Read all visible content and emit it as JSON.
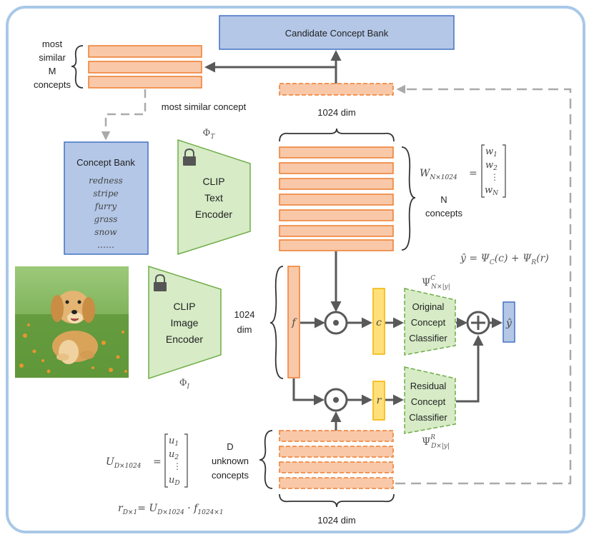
{
  "candidate_bank": {
    "title": "Candidate Concept Bank"
  },
  "similar": {
    "line1": "most",
    "line2": "similar",
    "line3": "M",
    "line4": "concepts"
  },
  "most_similar_concept": "most similar concept",
  "dim_top": "1024 dim",
  "dim_mid": {
    "line1": "1024",
    "line2": "dim"
  },
  "dim_bottom": "1024 dim",
  "concept_bank": {
    "title": "Concept Bank",
    "items": [
      "redness",
      "stripe",
      "furry",
      "grass",
      "snow",
      "……"
    ]
  },
  "phi_t": {
    "base": "Φ",
    "sub": "T"
  },
  "phi_i": {
    "base": "Φ",
    "sub": "I"
  },
  "text_encoder": {
    "line1": "CLIP",
    "line2": "Text",
    "line3": "Encoder"
  },
  "image_encoder": {
    "line1": "CLIP",
    "line2": "Image",
    "line3": "Encoder"
  },
  "n_concepts": {
    "line1": "N",
    "line2": "concepts"
  },
  "d_concepts": {
    "line1": "D",
    "line2": "unknown",
    "line3": "concepts"
  },
  "w_matrix": {
    "lhs_base": "W",
    "lhs_sub": "N×1024",
    "eq": "=",
    "entries": [
      "w",
      "w",
      "⋮",
      "w"
    ],
    "subs": [
      "1",
      "2",
      "",
      "N"
    ]
  },
  "u_matrix": {
    "lhs_base": "U",
    "lhs_sub": "D×1024",
    "eq": "=",
    "entries": [
      "u",
      "u",
      "⋮",
      "u"
    ],
    "subs": [
      "1",
      "2",
      "",
      "D"
    ]
  },
  "r_formula": {
    "r": "r",
    "r_sub": "D×1",
    "eq": "= ",
    "u": "U",
    "u_sub": "D×1024",
    "dot": " · ",
    "f": "f",
    "f_sub": "1024×1"
  },
  "y_formula": {
    "text": "ŷ = Ψ",
    "c_sub": "C",
    "mid": "(c) + Ψ",
    "r_sub": "R",
    "end": "(r)"
  },
  "psi_c": {
    "base": "Ψ",
    "sup": "C",
    "sub": "N×|y|"
  },
  "psi_r": {
    "base": "Ψ",
    "sup": "R",
    "sub": "D×|y|"
  },
  "vec_f": "f",
  "vec_c": "c",
  "vec_r": "r",
  "vec_y": "ŷ",
  "orig_classifier": {
    "line1": "Original",
    "line2": "Concept",
    "line3": "Classifier"
  },
  "resid_classifier": {
    "line1": "Residual",
    "line2": "Concept",
    "line3": "Classifier"
  },
  "colors": {
    "orange_fill": "#f9c8a8",
    "orange_stroke": "#ed7d31",
    "blue_fill": "#b4c7e7",
    "blue_stroke": "#4472c4",
    "green_fill": "#d6ebc6",
    "green_stroke": "#70ad47",
    "yellow_fill": "#ffe07a",
    "yellow_stroke": "#f2b400",
    "frame": "#a9c8e8",
    "arrow": "#595959",
    "dashed": "#aaaaaa"
  }
}
